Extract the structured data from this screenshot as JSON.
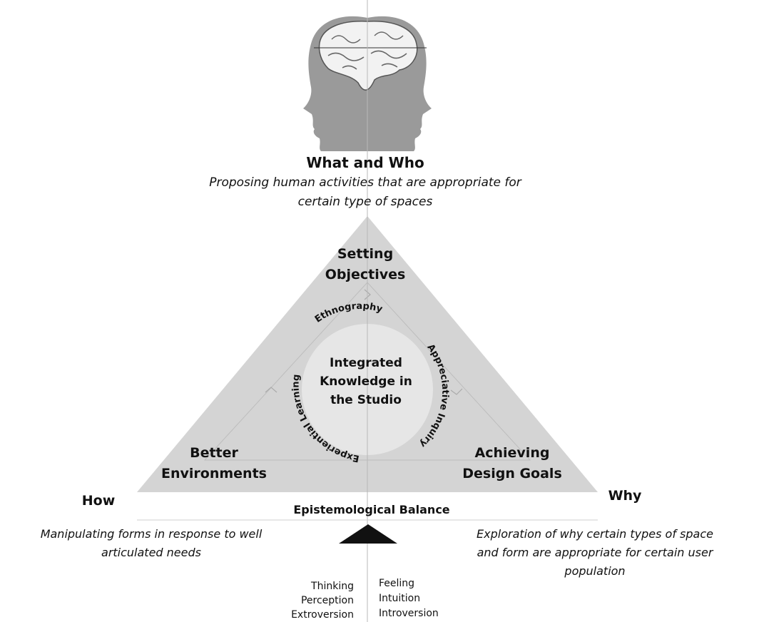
{
  "top": {
    "title": "What and Who",
    "desc_line1": "Proposing human activities that are appropriate for",
    "desc_line2": "certain type of spaces"
  },
  "corners": {
    "top_line1": "Setting",
    "top_line2": "Objectives",
    "left_line1": "Better",
    "left_line2": "Environments",
    "right_line1": "Achieving",
    "right_line2": "Design Goals"
  },
  "center": {
    "line1": "Integrated",
    "line2": "Knowledge in",
    "line3": "the Studio"
  },
  "ring": {
    "top": "Ethnography",
    "right": "Appreciative Inquiry",
    "left": "Experiential Learning"
  },
  "balance_label": "Epistemological Balance",
  "how": {
    "title": "How",
    "desc_line1": "Manipulating forms in response to well",
    "desc_line2": "articulated needs"
  },
  "why": {
    "title": "Why",
    "desc_line1": "Exploration of why certain types of space",
    "desc_line2": "and form are appropriate for certain user",
    "desc_line3": "population"
  },
  "left_traits": [
    "Thinking",
    "Perception",
    "Extroversion"
  ],
  "right_traits": [
    "Feeling",
    "Intuition",
    "Introversion"
  ],
  "colors": {
    "triangle_fill": "#d4d4d4",
    "circle_fill": "#e6e6e6",
    "head_fill": "#9a9a9a",
    "fulcrum": "#111111"
  }
}
